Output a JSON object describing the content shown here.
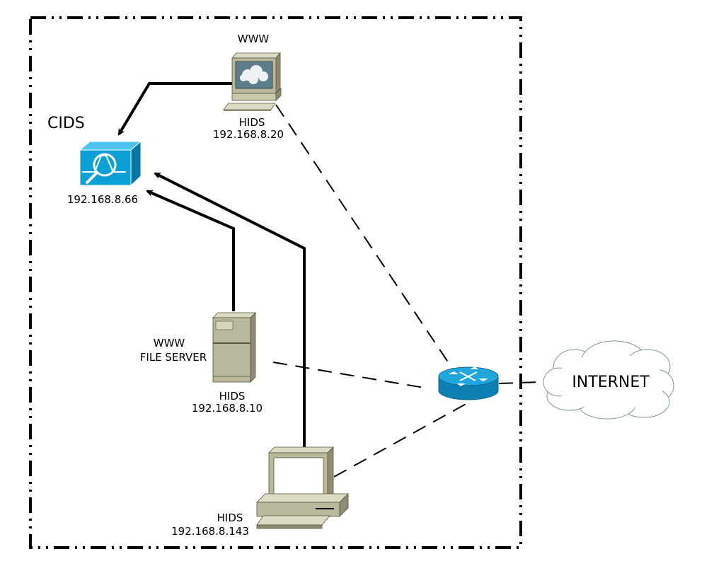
{
  "cids": {
    "title": "CIDS",
    "ip": "192.168.8.66"
  },
  "www_host": {
    "role": "WWW",
    "hids": "HIDS",
    "ip": "192.168.8.20"
  },
  "file_server": {
    "role_line1": "WWW",
    "role_line2": "FILE SERVER",
    "hids": "HIDS",
    "ip": "192.168.8.10"
  },
  "workstation": {
    "hids": "HIDS",
    "ip": "192.168.8.143"
  },
  "internet": {
    "label": "INTERNET"
  },
  "colors": {
    "router_blue": "#0e93c9",
    "ids_blue": "#0aa0d6",
    "device_body": "#b9b89a",
    "device_side": "#8d8c72",
    "screen": "#5c7d8a",
    "line": "#000000"
  },
  "icons": [
    "cids-sensor-icon",
    "www-computer-icon",
    "file-server-icon",
    "workstation-icon",
    "router-icon",
    "internet-cloud-icon"
  ]
}
